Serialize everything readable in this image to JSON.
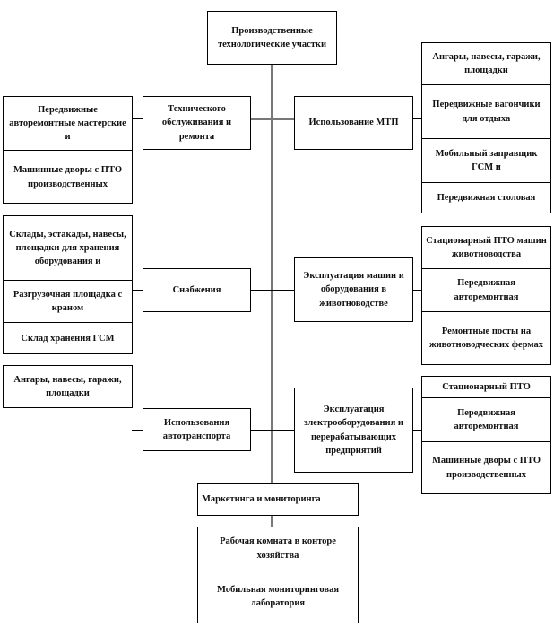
{
  "root": "Производственные технологические участки",
  "left_groups": [
    [
      "Передвижные авторемонтные мастерские и",
      "Машинные дворы с ПТО производственных"
    ],
    [
      "Склады, эстакады, навесы, площадки для хранения оборудования и",
      "Разгрузочная площадка с краном",
      "Склад хранения ГСМ"
    ],
    [
      "Ангары, навесы, гаражи, площадки"
    ]
  ],
  "mid_left": [
    "Технического обслуживания и ремонта",
    "Снабжения",
    "Использования автотранспорта"
  ],
  "mid_right": [
    "Использование МТП",
    "Эксплуатация машин и оборудования в животноводстве",
    "Эксплуатация электрооборудования и перерабатывающих предприятий"
  ],
  "right_groups": [
    [
      "Ангары, навесы, гаражи, площадки",
      "Передвижные вагончики для отдыха",
      "Мобильный заправщик ГСМ и",
      "Передвижная столовая"
    ],
    [
      "Стационарный ПТО машин животноводства",
      "Передвижная авторемонтная",
      "Ремонтные посты на животноводческих фермах"
    ],
    [
      "Стационарный ПТО",
      "Передвижная авторемонтная",
      "Машинные дворы с ПТО производственных"
    ]
  ],
  "marketing": "Маркетинга и мониторинга",
  "bottom_group": [
    "Рабочая комната в конторе хозяйства",
    "Мобильная мониторинговая лаборатория"
  ]
}
